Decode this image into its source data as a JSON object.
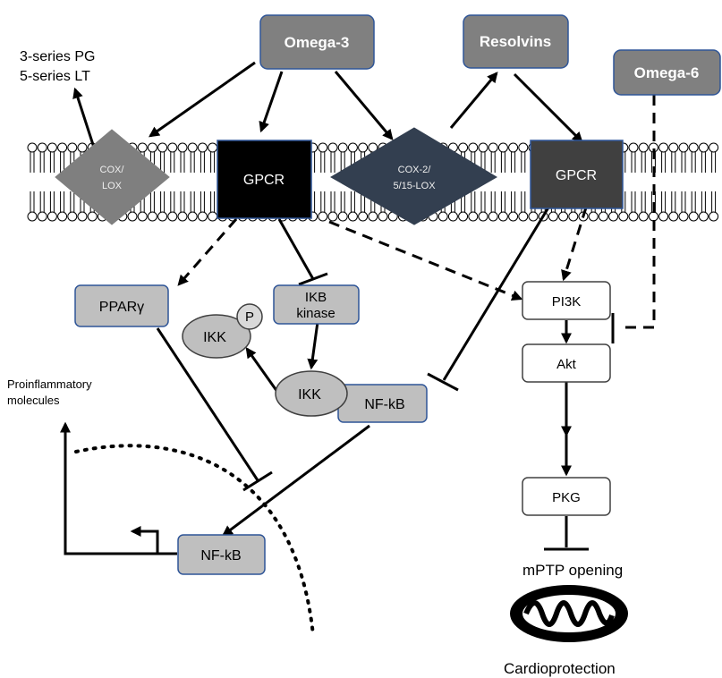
{
  "nodes": {
    "omega3": "Omega-3",
    "resolvins": "Resolvins",
    "omega6": "Omega-6",
    "cox_lox_line1": "COX/",
    "cox_lox_line2": "LOX",
    "gpcr_left": "GPCR",
    "cox2_line1": "COX-2/",
    "cox2_line2": "5/15-LOX",
    "gpcr_right": "GPCR",
    "ppar": "PPARγ",
    "ikb_line1": "IKB",
    "ikb_line2": "kinase",
    "ikk_p": "IKK",
    "p": "P",
    "ikk": "IKK",
    "nfkb_cyto": "NF-kB",
    "nfkb_nuc": "NF-kB",
    "pi3k": "PI3K",
    "akt": "Akt",
    "pkg": "PKG"
  },
  "labels": {
    "pg_line1": "3-series PG",
    "pg_line2": "5-series LT",
    "proinflam_line1": "Proinflammatory",
    "proinflam_line2": "molecules",
    "mptp": "mPTP opening",
    "cardio": "Cardioprotection"
  },
  "colors": {
    "omega_box": "#808080",
    "gpcr_left": "#000000",
    "gpcr_right": "#404040",
    "cox2_diamond": "#333f50",
    "cox_lox_diamond": "#7f7f7f",
    "gray_box": "#bfbfbf",
    "box_border": "#2f5597"
  }
}
